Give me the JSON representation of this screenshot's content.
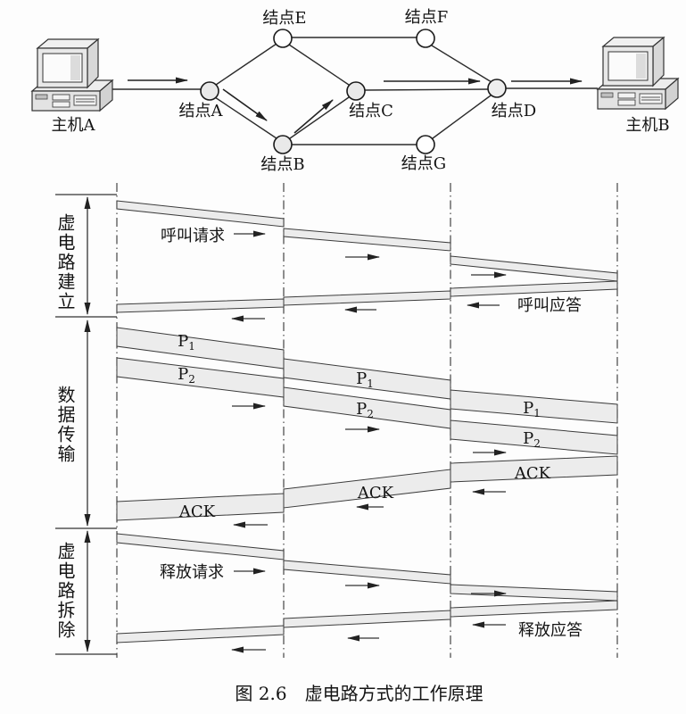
{
  "figure": {
    "caption": "图 2.6　虚电路方式的工作原理"
  },
  "topology": {
    "host_a": "主机A",
    "host_b": "主机B",
    "node_a": "结点A",
    "node_b": "结点B",
    "node_c": "结点C",
    "node_d": "结点D",
    "node_e": "结点E",
    "node_f": "结点F",
    "node_g": "结点G"
  },
  "sequence": {
    "phase_setup": "虚电路建立",
    "phase_data": "数据传输",
    "phase_teardown": "虚电路拆除",
    "call_request": "呼叫请求",
    "call_reply": "呼叫应答",
    "p1": {
      "base": "P",
      "sub": "1"
    },
    "p2": {
      "base": "P",
      "sub": "2"
    },
    "ack": "ACK",
    "release_request": "释放请求",
    "release_reply": "释放应答"
  }
}
